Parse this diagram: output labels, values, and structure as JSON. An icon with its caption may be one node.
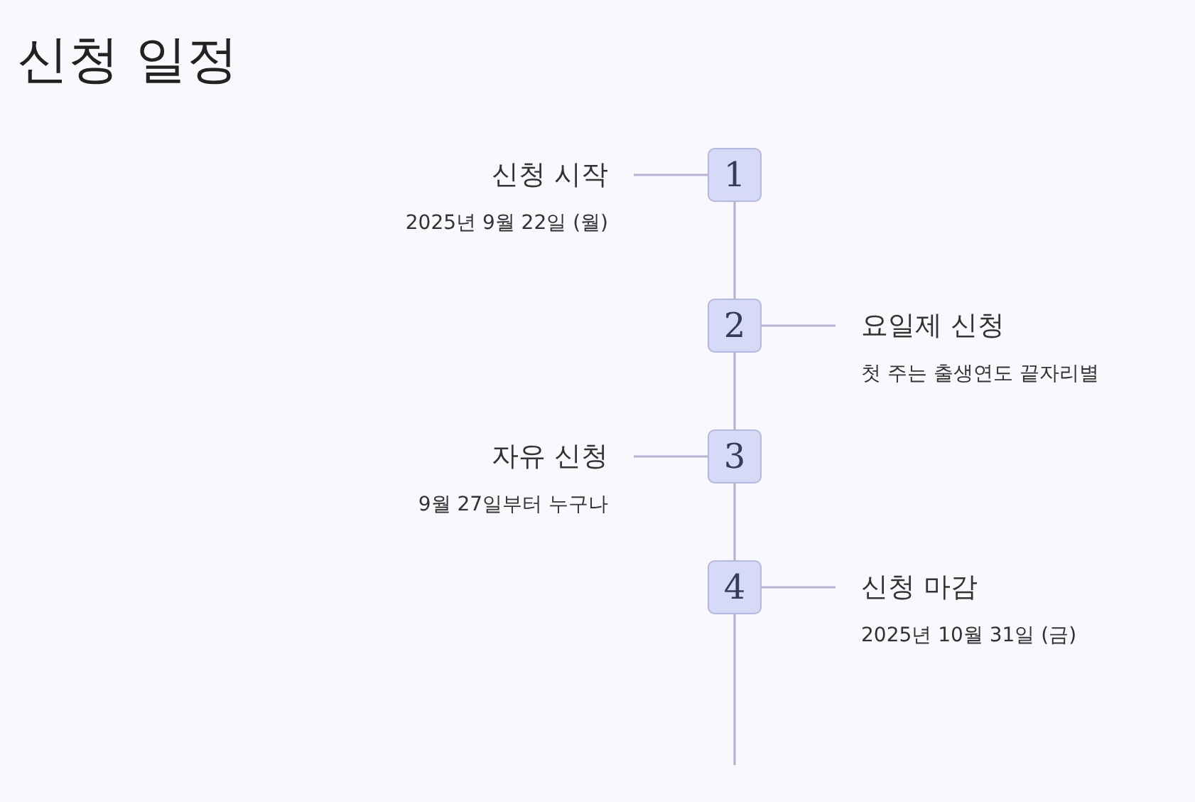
{
  "diagram": {
    "title": "신청 일정",
    "nodes": [
      {
        "text": [
          "1"
        ]
      },
      {
        "text": [
          "신청 시작",
          "2025년 9월 22일 (월)"
        ]
      },
      {
        "text": [
          "2"
        ]
      },
      {
        "text": [
          "요일제 신청",
          "첫 주는 출생연도 끝자리별"
        ]
      },
      {
        "text": [
          "3"
        ]
      },
      {
        "text": [
          "자유 신청",
          "9월 27일부터 누구나"
        ]
      },
      {
        "text": [
          "4"
        ]
      },
      {
        "text": [
          "신청 마감",
          "2025년 10월 31일 (금)"
        ]
      }
    ],
    "edges": [
      {
        "from": 0,
        "to": 1,
        "arrow": "none"
      },
      {
        "from": 0,
        "to": 2,
        "arrow": "none"
      },
      {
        "from": 2,
        "to": 3,
        "arrow": "none"
      },
      {
        "from": 2,
        "to": 4,
        "arrow": "none"
      },
      {
        "from": 4,
        "to": 5,
        "arrow": "none"
      },
      {
        "from": 4,
        "to": 6,
        "arrow": "none"
      },
      {
        "from": 6,
        "to": 7,
        "arrow": "none"
      },
      {
        "from": 6,
        "to": null,
        "arrow": "none"
      }
    ]
  }
}
